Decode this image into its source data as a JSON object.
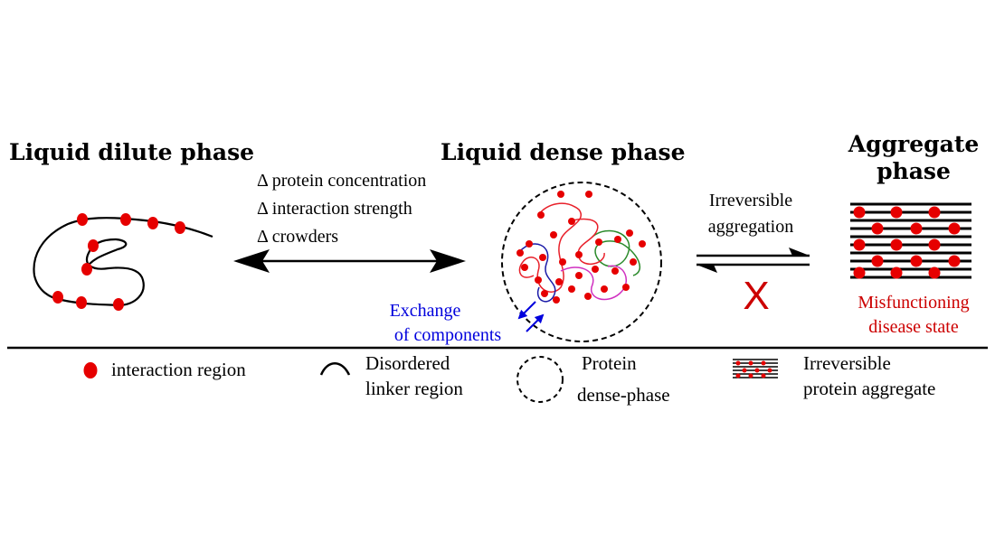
{
  "titles": {
    "dilute": "Liquid dilute phase",
    "dense": "Liquid dense phase",
    "aggregate_line1": "Aggregate",
    "aggregate_line2": "phase"
  },
  "conditions": [
    "Δ protein concentration",
    "Δ interaction strength",
    "Δ crowders"
  ],
  "exchange": {
    "line1": "Exchange",
    "line2": "of components"
  },
  "irreversible": {
    "line1": "Irreversible",
    "line2": "aggregation",
    "blocked_mark": "X"
  },
  "aggregate_caption": {
    "line1": "Misfunctioning",
    "line2": "disease state"
  },
  "legend": {
    "interaction": "interaction region",
    "linker_line1": "Disordered",
    "linker_line2": "linker region",
    "dense_line1": "Protein",
    "dense_line2": "dense-phase",
    "aggregate_line1": "Irreversible",
    "aggregate_line2": "protein aggregate"
  },
  "colors": {
    "interaction": "#e60000",
    "exchange_blue": "#0000dd",
    "caption_red": "#cc0000",
    "chain_red": "#e8202a",
    "chain_blue": "#1a1aa8",
    "chain_green": "#2a8a2a",
    "chain_magenta": "#d030c0",
    "line": "#000000"
  }
}
